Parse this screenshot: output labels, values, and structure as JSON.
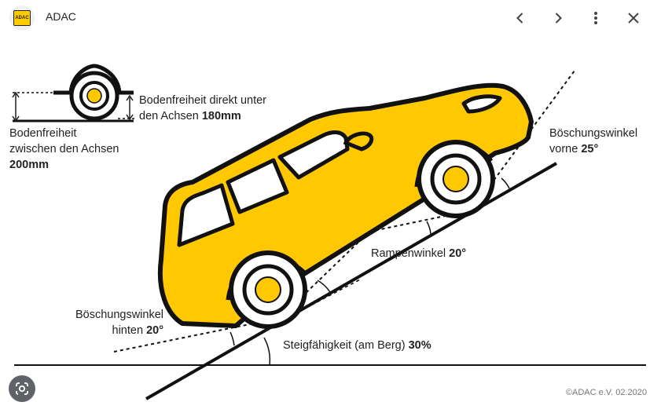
{
  "app": {
    "title": "ADAC",
    "logo_text": "ADAC"
  },
  "toolbar": {
    "prev_icon": "chevron-left-icon",
    "next_icon": "chevron-right-icon",
    "more_icon": "more-vert-icon",
    "close_icon": "close-icon"
  },
  "labels": {
    "bodenfreiheit_unter_line1": "Bodenfreiheit direkt unter",
    "bodenfreiheit_unter_line2": "den Achsen ",
    "bodenfreiheit_unter_value": "180mm",
    "bodenfreiheit_zwischen_line1": "Bodenfreiheit",
    "bodenfreiheit_zwischen_line2": "zwischen den Achsen",
    "bodenfreiheit_zwischen_value": "200mm",
    "boeschung_vorne_line1": "Böschungswinkel",
    "boeschung_vorne_line2": "vorne ",
    "boeschung_vorne_value": "25°",
    "rampen_text": "Rampenwinkel ",
    "rampen_value": "20°",
    "boeschung_hinten_line1": "Böschungswinkel",
    "boeschung_hinten_line2": "hinten ",
    "boeschung_hinten_value": "20°",
    "steig_text": "Steigfähigkeit (am Berg) ",
    "steig_value": "30%"
  },
  "footer": {
    "copyright": "©ADAC e.V.  02.2020",
    "lens_icon": "google-lens-icon"
  },
  "colors": {
    "car_yellow": "#ffc800",
    "outline": "#111111",
    "lens_bg": "#5f6368"
  }
}
